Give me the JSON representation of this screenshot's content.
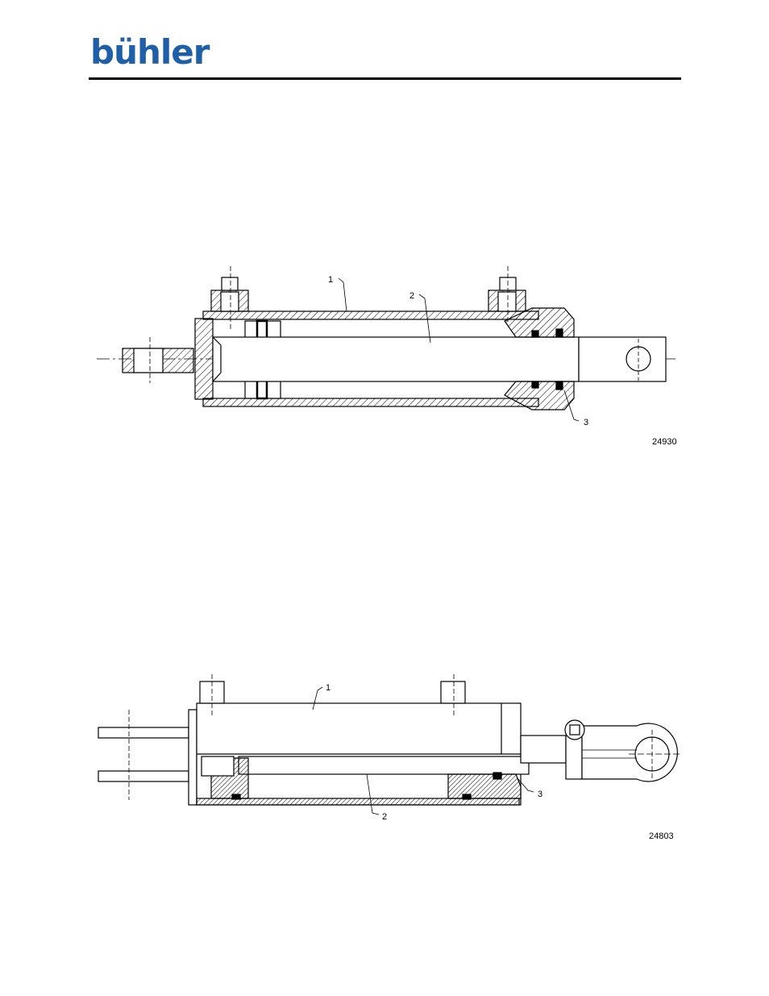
{
  "header": {
    "logo_text": "bühler",
    "logo_color": "#1f5fa8"
  },
  "figure_top": {
    "callouts": {
      "c1": "1",
      "c2": "2",
      "c3": "3"
    },
    "drawing_number": "24930"
  },
  "figure_bottom": {
    "callouts": {
      "c1": "1",
      "c2": "2",
      "c3": "3"
    },
    "drawing_number": "24803"
  }
}
